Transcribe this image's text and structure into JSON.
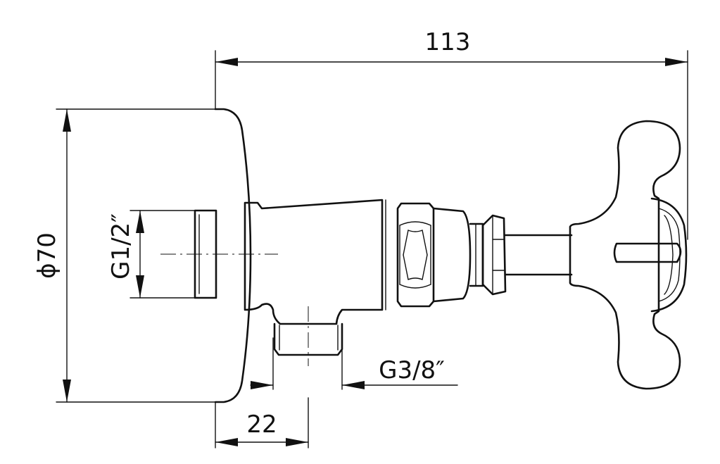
{
  "drawing": {
    "dimensions": {
      "overall_length": "113",
      "diameter": "ϕ70",
      "inlet_thread": "G1/2″",
      "outlet_thread": "G3/8″",
      "outlet_offset": "22"
    },
    "colors": {
      "line": "#111111",
      "background": "#ffffff"
    }
  }
}
